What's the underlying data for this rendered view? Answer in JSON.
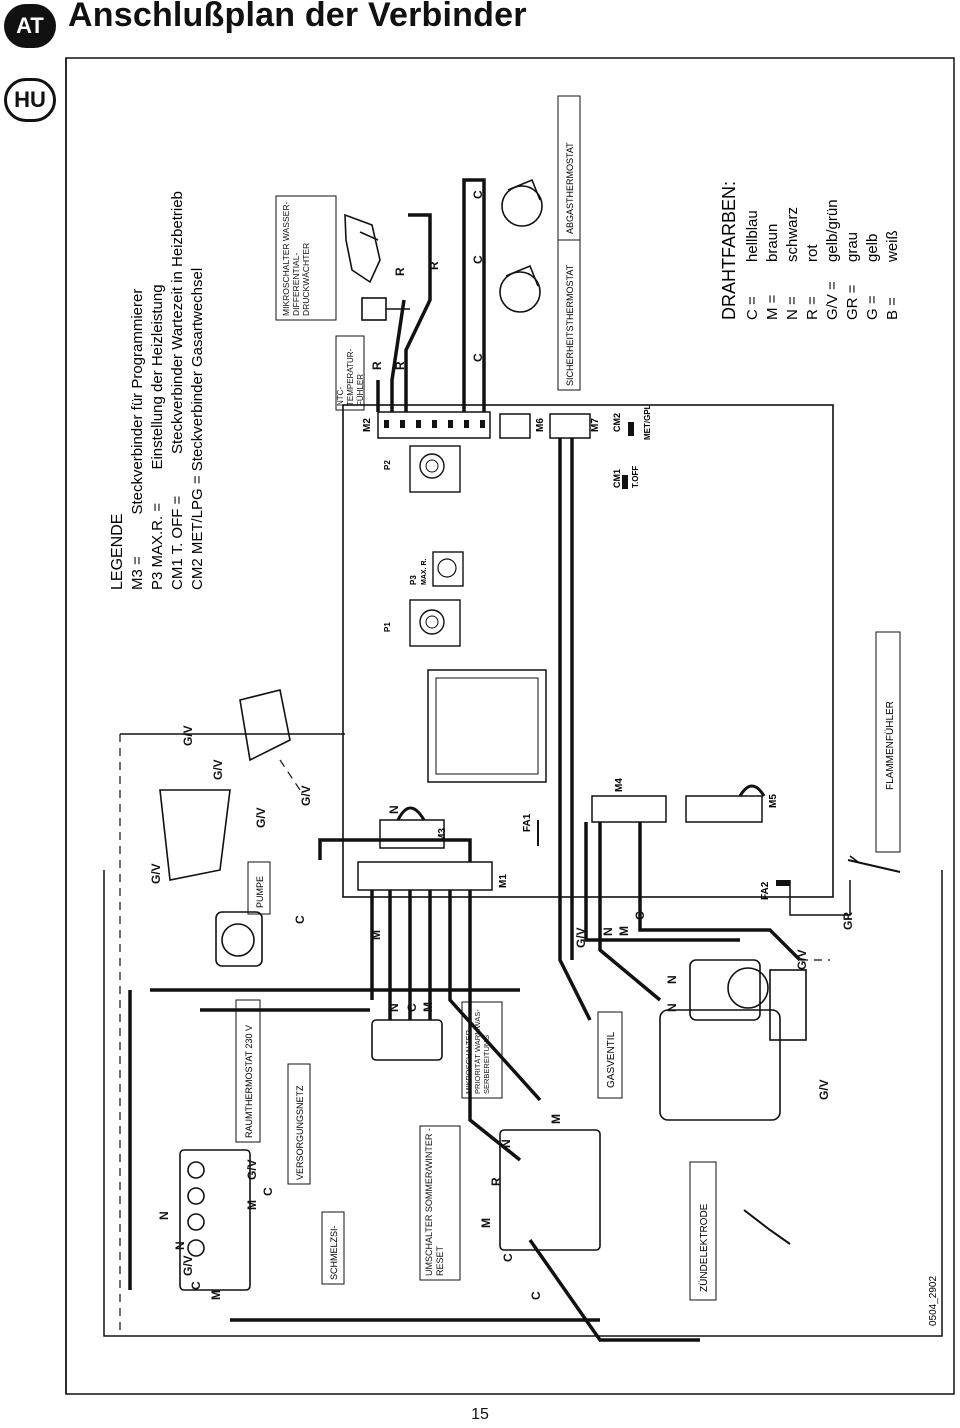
{
  "header": {
    "country_badge_top": "AT",
    "country_badge_bottom": "HU",
    "title": "Anschlußplan der Verbinder"
  },
  "legend": {
    "heading": "LEGENDE",
    "items": [
      "M3 =          Steckverbinder für Programmierer",
      "P3 MAX.R. =        Einstellung der Heizleistung",
      "CM1 T. OFF =          Steckverbinder Wartezeit in Heizbetrieb",
      "CM2 MET/LPG = Steckverbinder Gasartwechsel"
    ]
  },
  "wire_colors": {
    "heading": "DRAHTFARBEN:",
    "items": [
      {
        "code": "C =",
        "name": "hellblau"
      },
      {
        "code": "M =",
        "name": "braun"
      },
      {
        "code": "N =",
        "name": "schwarz"
      },
      {
        "code": "R =",
        "name": "rot"
      },
      {
        "code": "G/V =",
        "name": "gelb/grün"
      },
      {
        "code": "GR =",
        "name": "grau"
      },
      {
        "code": "G =",
        "name": "gelb"
      },
      {
        "code": "B =",
        "name": "weiß"
      }
    ]
  },
  "components": {
    "mikroschalter_diff": "MIKROSCHALTER WASSER-DIFFERENTIAL- DRUCKWÄCHTER",
    "ntc": "NTC-TEMPERATUR- FÜHLER",
    "abgasthermostat": "ABGASTHERMOSTAT",
    "sicherheitsthermostat": "SICHERHEITSTHERMOSTAT",
    "flammenfuehler": "FLAMMENFÜHLER",
    "pumpe": "PUMPE",
    "raumthermostat": "RAUMTHERMOSTAT 230 V",
    "versorgungsnetz": "VERSORGUNGSNETZ",
    "schmelzsi": "SCHMELZSI-",
    "umschalter": "UMSCHALTER SOMMER/WINTER - RESET",
    "mikroschalter_warm": "MIKROSCHALTER PRIORITÄT WARMWAS- SERBEREITUNG",
    "gasventil": "GASVENTIL",
    "zuendelektrode": "ZÜNDELEKTRODE"
  },
  "board_labels": {
    "m2": "M2",
    "m6": "M6",
    "m7": "M7",
    "m3": "M3",
    "m1": "M1",
    "m4": "M4",
    "m5": "M5",
    "fa1": "FA1",
    "fa2": "FA2",
    "cm1": "CM1",
    "cm2": "CM2",
    "p1": "P1",
    "p2": "P2",
    "p3": "P3",
    "t_off": "T.OFF",
    "met_gpl": "MET/GPL",
    "max_r": "MAX. R."
  },
  "wire_labels": {
    "gv": "G/V",
    "c": "C",
    "m": "M",
    "n": "N",
    "r": "R",
    "gr": "GR"
  },
  "footer": {
    "drawing_code": "0504_2902",
    "page_number": "15"
  }
}
